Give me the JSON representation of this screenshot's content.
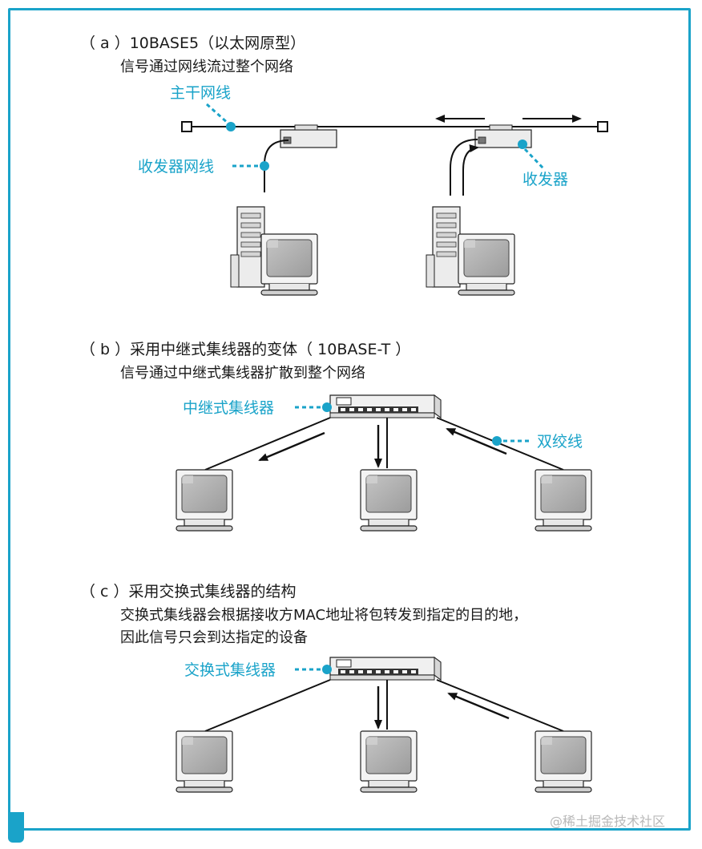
{
  "sections": {
    "a": {
      "heading": "（ a ）10BASE5（以太网原型）",
      "description": "信号通过网线流过整个网络",
      "labels": {
        "trunk_cable": "主干网线",
        "transceiver_cable": "收发器网线",
        "transceiver": "收发器"
      }
    },
    "b": {
      "heading": "（ b ）采用中继式集线器的变体（ 10BASE-T ）",
      "description": "信号通过中继式集线器扩散到整个网络",
      "labels": {
        "repeater_hub": "中继式集线器",
        "twisted_pair": "双绞线"
      }
    },
    "c": {
      "heading": "（ c ）采用交换式集线器的结构",
      "description_line1": "交换式集线器会根据接收方MAC地址将包转发到指定的目的地，",
      "description_line2": "因此信号只会到达指定的设备",
      "labels": {
        "switching_hub": "交换式集线器"
      }
    }
  },
  "watermark": "@稀土掘金技术社区",
  "colors": {
    "accent": "#1aa3c9",
    "line": "#111111"
  }
}
